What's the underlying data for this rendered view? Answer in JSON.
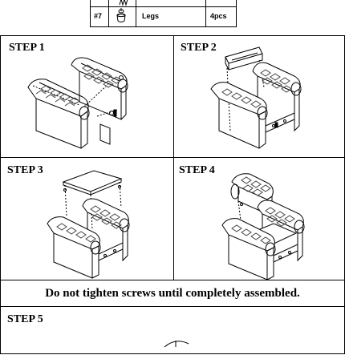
{
  "parts_table": {
    "row": {
      "number": "#7",
      "name": "Legs",
      "qty": "4pcs"
    },
    "icon": "leg-icon"
  },
  "steps": [
    {
      "title": "STEP 1"
    },
    {
      "title": "STEP 2"
    },
    {
      "title": "STEP 3"
    },
    {
      "title": "STEP 4"
    }
  ],
  "warning": "Do not tighten screws until completely assembled.",
  "step5": {
    "title": "STEP 5"
  }
}
